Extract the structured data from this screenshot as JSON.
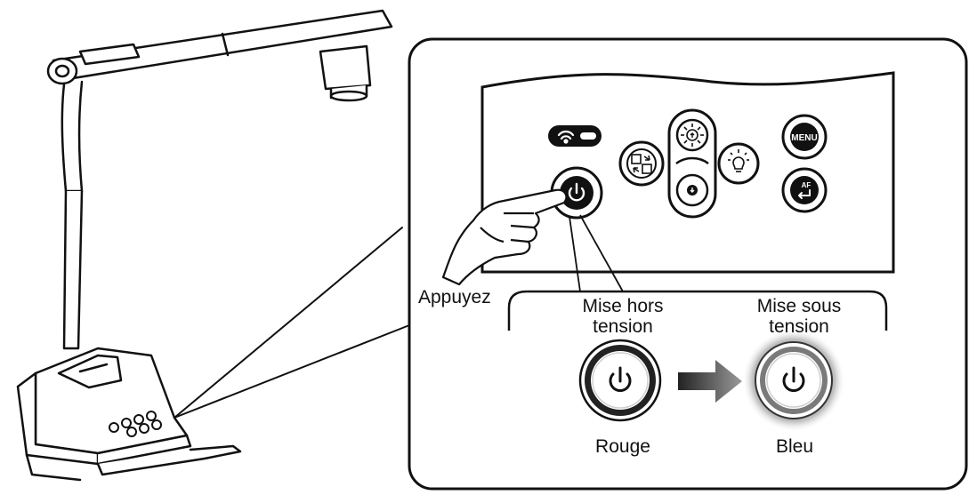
{
  "labels": {
    "press": "Appuyez",
    "power_off_line1": "Mise hors",
    "power_off_line2": "tension",
    "power_on_line1": "Mise sous",
    "power_on_line2": "tension",
    "red": "Rouge",
    "blue": "Bleu"
  },
  "panel_buttons": {
    "menu": "MENU",
    "af": "AF"
  },
  "icons": {
    "power": "power-icon",
    "wifi": "wifi-icon",
    "rotate": "rotate-image-icon",
    "brightness_up": "brightness-up-icon",
    "brightness_down": "brightness-down-icon",
    "lamp": "lamp-icon",
    "menu": "menu-icon",
    "enter": "enter-icon",
    "hand": "hand-pointer-icon",
    "arrow": "right-arrow-icon"
  },
  "colors": {
    "line": "#111111",
    "glow": "#6f6f6f",
    "button_ring_dark": "#222222",
    "button_ring_light": "#cfcfcf"
  }
}
